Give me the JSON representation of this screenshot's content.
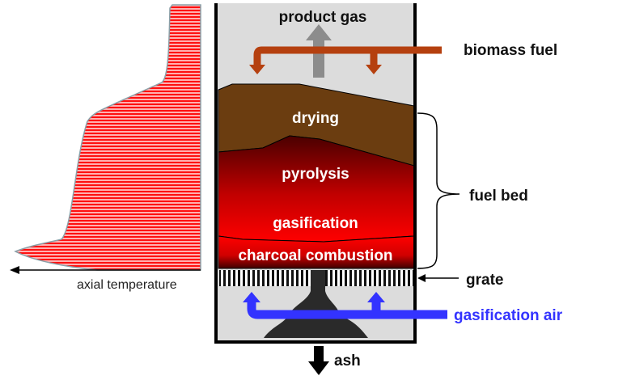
{
  "diagram": {
    "title": "Updraft gasifier fuel bed zones",
    "colors": {
      "vessel_fill": "#dcdcdc",
      "vessel_wall": "#000000",
      "drying_zone": "#6b3d10",
      "pyrolysis_top": "#5a0000",
      "gasification_bottom": "#ff0000",
      "biomass_arrow": "#b5400f",
      "product_gas_arrow": "#8c8c8c",
      "air_arrow": "#3333ff",
      "ash_heap": "#2a2a2a",
      "temperature_fill": "#ff0000"
    },
    "zones": [
      {
        "key": "drying",
        "label": "drying"
      },
      {
        "key": "pyrolysis",
        "label": "pyrolysis"
      },
      {
        "key": "gasification",
        "label": "gasification"
      },
      {
        "key": "combustion",
        "label": "charcoal combustion"
      }
    ],
    "labels": {
      "product_gas": "product gas",
      "biomass_fuel": "biomass fuel",
      "fuel_bed": "fuel bed",
      "grate": "grate",
      "gasification_air": "gasification air",
      "ash": "ash",
      "axial_temperature": "axial temperature"
    }
  }
}
